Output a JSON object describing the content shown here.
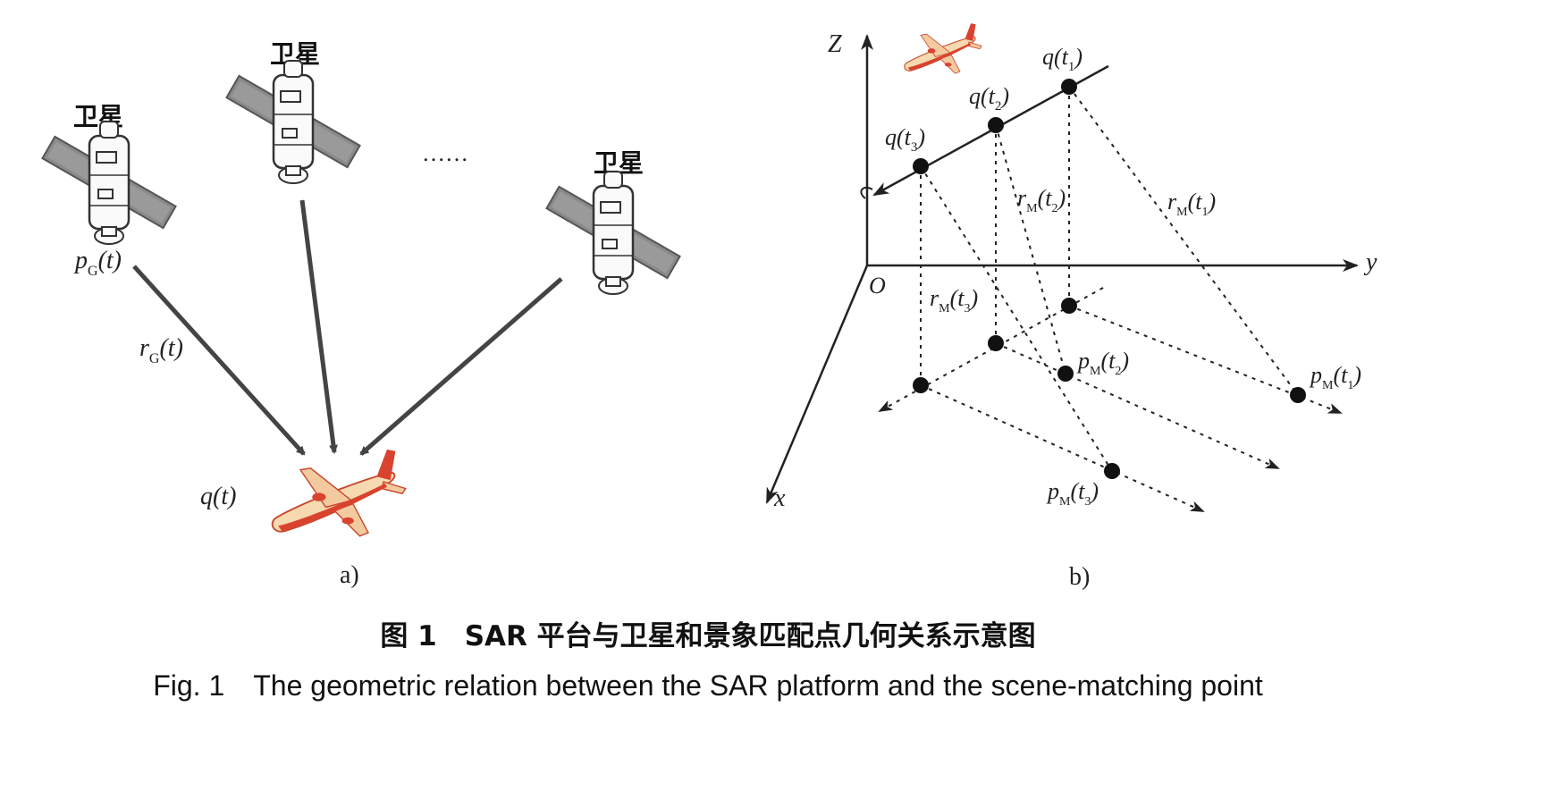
{
  "panel_a": {
    "satellite_label_1": "卫星",
    "satellite_label_2": "卫星",
    "satellite_label_3": "卫星",
    "ellipsis": "……",
    "p_label": "p",
    "p_sub": "G",
    "p_arg": "(t)",
    "r_label": "r",
    "r_sub": "G",
    "r_arg": "(t)",
    "q_label": "q(t)",
    "caption": "a)"
  },
  "panel_b": {
    "axis_z": "Z",
    "axis_y": "y",
    "axis_x": "x",
    "origin": "O",
    "q_t1": {
      "main": "q(t",
      "sub": "1",
      "close": ")"
    },
    "q_t2": {
      "main": "q(t",
      "sub": "2",
      "close": ")"
    },
    "q_t3": {
      "main": "q(t",
      "sub": "3",
      "close": ")"
    },
    "r_t1": {
      "main": "r",
      "sub": "M",
      "arg": "(t",
      "argsub": "1",
      "close": ")"
    },
    "r_t2": {
      "main": "r",
      "sub": "M",
      "arg": "(t",
      "argsub": "2",
      "close": ")"
    },
    "r_t3": {
      "main": "r",
      "sub": "M",
      "arg": "(t",
      "argsub": "3",
      "close": ")"
    },
    "p_t1": {
      "main": "p",
      "sub": "M",
      "arg": "(t",
      "argsub": "1",
      "close": ")"
    },
    "p_t2": {
      "main": "p",
      "sub": "M",
      "arg": "(t",
      "argsub": "2",
      "close": ")"
    },
    "p_t3": {
      "main": "p",
      "sub": "M",
      "arg": "(t",
      "argsub": "3",
      "close": ")"
    },
    "caption": "b)"
  },
  "caption": {
    "cn": "图 1　SAR 平台与卫星和景象匹配点几何关系示意图",
    "en": "Fig. 1　The geometric relation between the SAR platform and the scene-matching point"
  },
  "colors": {
    "line": "#444444",
    "satellite_panel": "#8a8a8a",
    "plane_body": "#f6d9b0",
    "plane_accent": "#d9432e"
  },
  "icons": [
    "satellite-icon",
    "airplane-icon"
  ]
}
